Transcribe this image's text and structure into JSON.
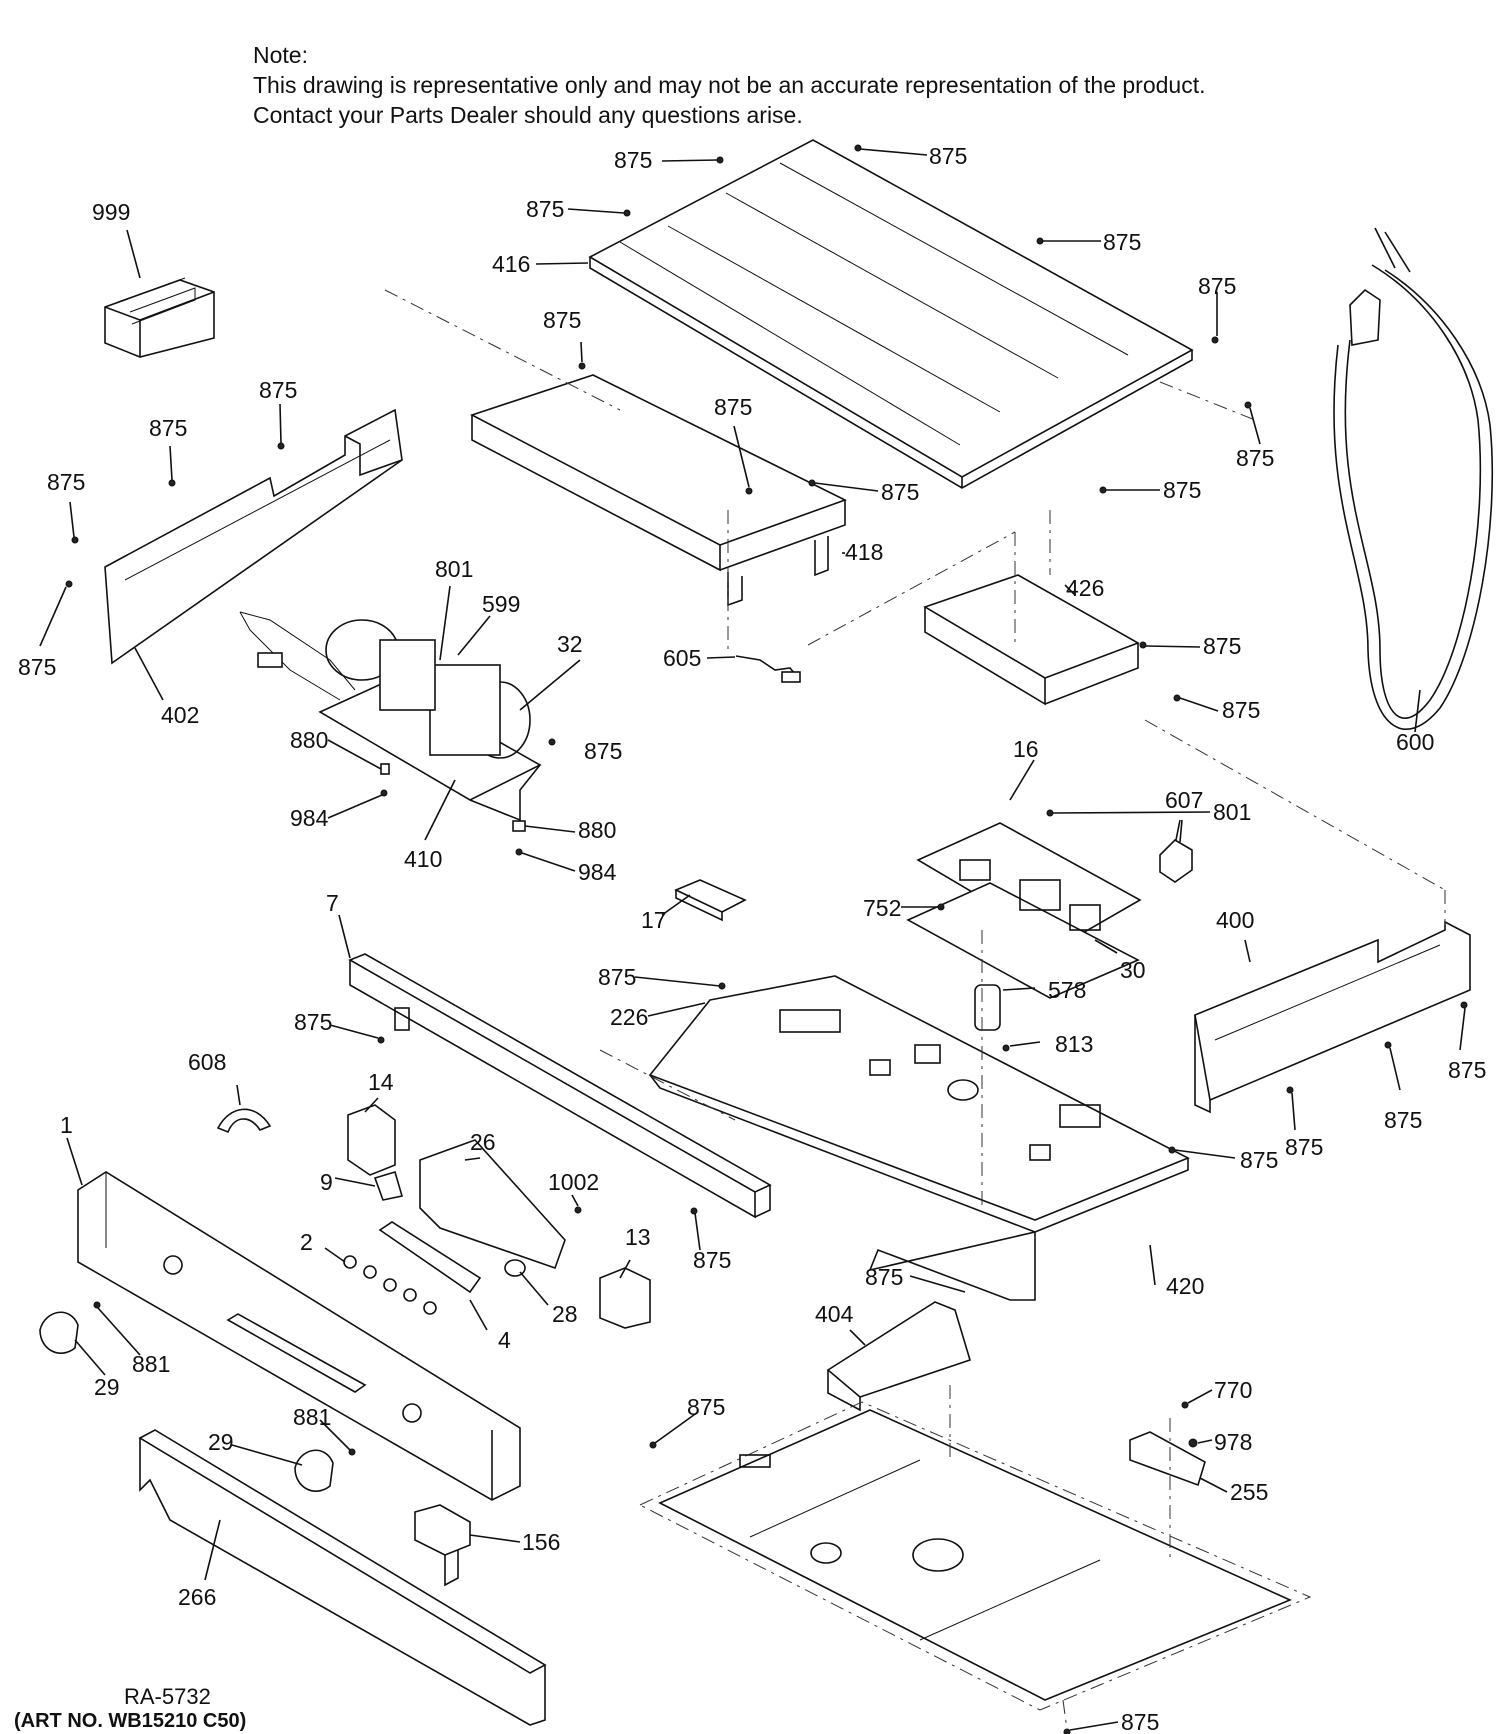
{
  "note": {
    "heading": "Note:",
    "line1": "This drawing is representative only and may not be an accurate representation of the product.",
    "line2": "Contact your Parts Dealer should any questions arise."
  },
  "footer": {
    "ref": "RA-5732",
    "art_no": "(ART NO. WB15210 C50)"
  },
  "part_numbers": [
    "999",
    "416",
    "875",
    "418",
    "402",
    "801",
    "599",
    "32",
    "605",
    "426",
    "600",
    "880",
    "984",
    "410",
    "16",
    "607",
    "17",
    "752",
    "30",
    "7",
    "578",
    "226",
    "813",
    "400",
    "608",
    "14",
    "26",
    "1002",
    "9",
    "420",
    "2",
    "13",
    "28",
    "4",
    "1",
    "404",
    "881",
    "29",
    "770",
    "978",
    "255",
    "156",
    "266"
  ]
}
